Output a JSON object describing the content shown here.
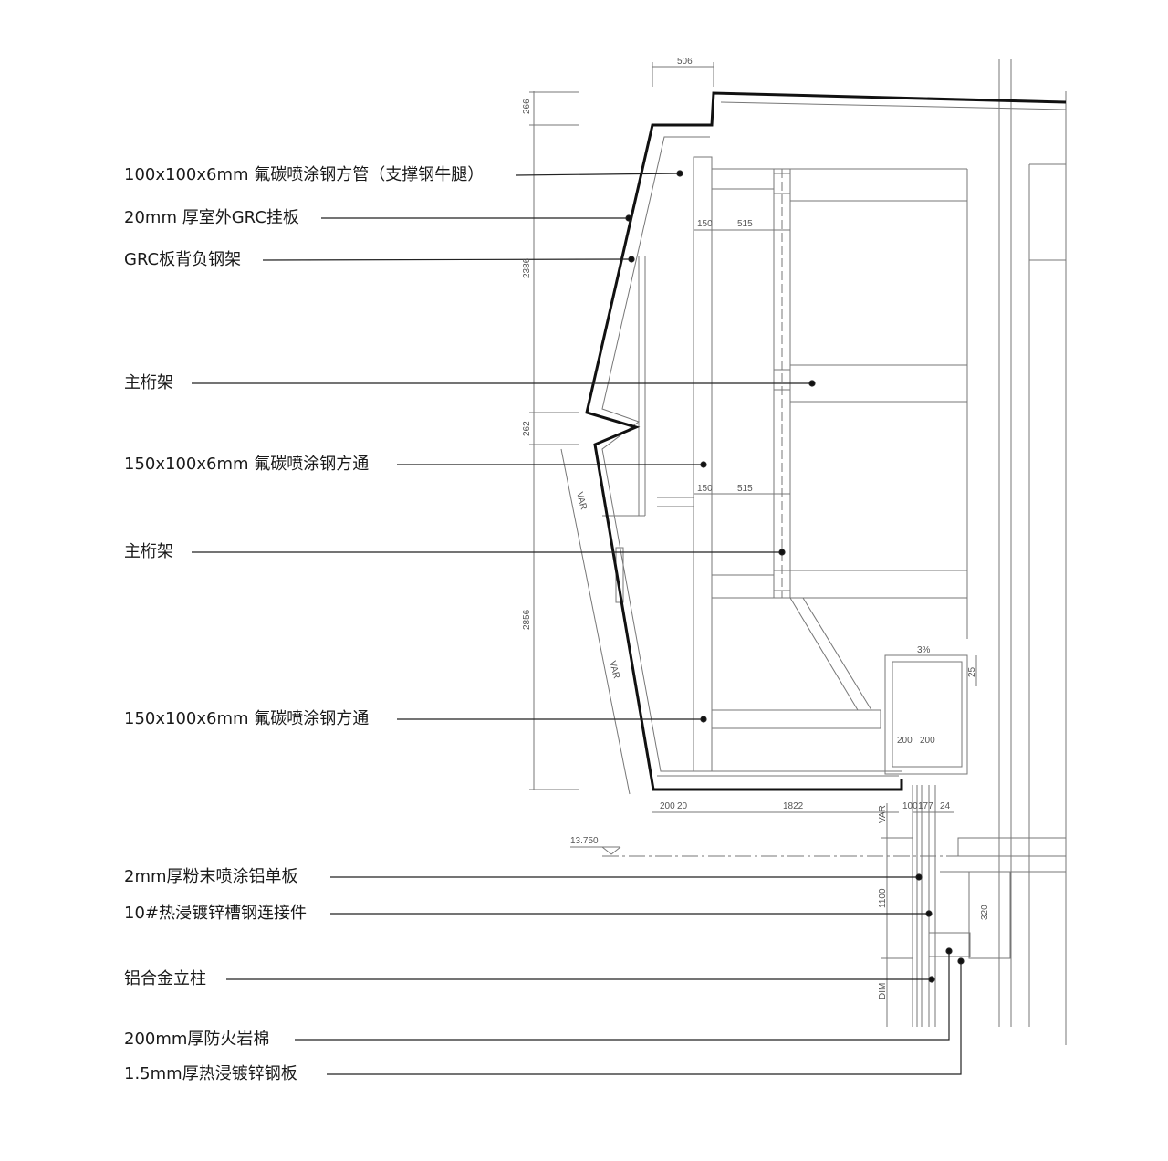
{
  "labels": [
    "100x100x6mm 氟碳喷涂钢方管（支撑钢牛腿）",
    "20mm 厚室外GRC挂板",
    "GRC板背负钢架",
    "主桁架",
    "150x100x6mm 氟碳喷涂钢方通",
    "主桁架",
    "150x100x6mm 氟碳喷涂钢方通",
    "2mm厚粉末喷涂铝单板",
    "10#热浸镀锌槽钢连接件",
    "铝合金立柱",
    "200mm厚防火岩棉",
    "1.5mm厚热浸镀锌钢板"
  ],
  "dimensions": {
    "top_width": "506",
    "h1": "266",
    "h2": "2386",
    "h3": "262",
    "h4": "2856",
    "a1": "150",
    "a2": "515",
    "b1": "150",
    "b2": "515",
    "var1": "VAR",
    "var2": "VAR",
    "c1": "200",
    "c2": "20",
    "c3": "1822",
    "d1": "100",
    "d2": "177",
    "d3": "24",
    "var3": "VAR",
    "e1": "1100",
    "e2": "DIM",
    "level": "13.750",
    "slope": "3%",
    "f1": "25",
    "g1": "200",
    "g2": "200",
    "k1": "320"
  },
  "colors": {
    "line": "#1a1a1a",
    "thin": "#666666"
  }
}
